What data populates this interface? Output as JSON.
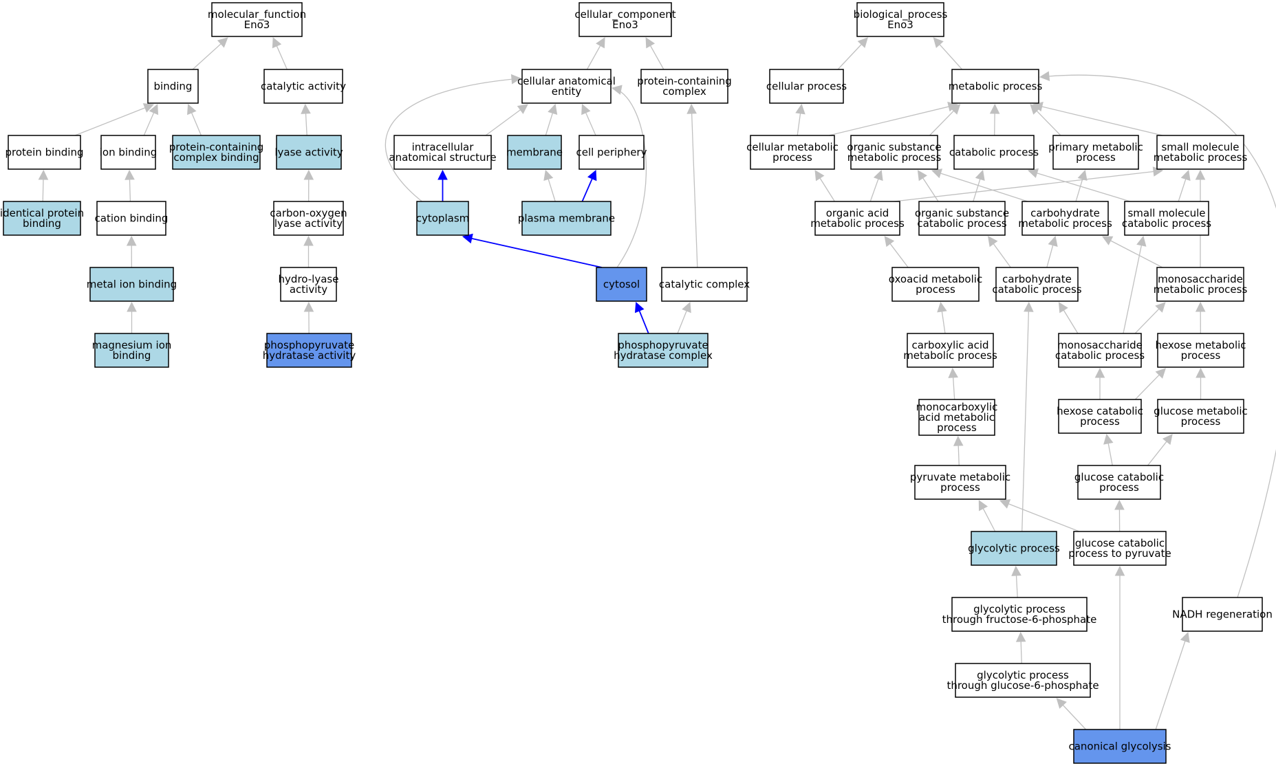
{
  "colors": {
    "plain": "#ffffff",
    "highlight": "#add8e6",
    "selected": "#6495ed",
    "edge_default": "#c0c0c0",
    "edge_selected": "#0000ff"
  },
  "nodes": [
    {
      "id": "mf_root",
      "lines": [
        "molecular_function",
        "Eno3"
      ],
      "style": "plain"
    },
    {
      "id": "binding",
      "lines": [
        "binding"
      ],
      "style": "plain"
    },
    {
      "id": "catalytic_activity",
      "lines": [
        "catalytic activity"
      ],
      "style": "plain"
    },
    {
      "id": "protein_binding",
      "lines": [
        "protein binding"
      ],
      "style": "plain"
    },
    {
      "id": "ion_binding",
      "lines": [
        "ion binding"
      ],
      "style": "plain"
    },
    {
      "id": "pcc_binding",
      "lines": [
        "protein-containing",
        "complex binding"
      ],
      "style": "highlight"
    },
    {
      "id": "lyase_activity",
      "lines": [
        "lyase activity"
      ],
      "style": "highlight"
    },
    {
      "id": "identical_protein_binding",
      "lines": [
        "identical protein",
        "binding"
      ],
      "style": "highlight"
    },
    {
      "id": "cation_binding",
      "lines": [
        "cation binding"
      ],
      "style": "plain"
    },
    {
      "id": "co_lyase",
      "lines": [
        "carbon-oxygen",
        "lyase activity"
      ],
      "style": "plain"
    },
    {
      "id": "metal_ion_binding",
      "lines": [
        "metal ion binding"
      ],
      "style": "highlight"
    },
    {
      "id": "hydro_lyase",
      "lines": [
        "hydro-lyase",
        "activity"
      ],
      "style": "plain"
    },
    {
      "id": "magnesium_ion_binding",
      "lines": [
        "magnesium ion",
        "binding"
      ],
      "style": "highlight"
    },
    {
      "id": "pph_activity",
      "lines": [
        "phosphopyruvate",
        "hydratase activity"
      ],
      "style": "selected"
    },
    {
      "id": "cc_root",
      "lines": [
        "cellular_component",
        "Eno3"
      ],
      "style": "plain"
    },
    {
      "id": "cae",
      "lines": [
        "cellular anatomical",
        "entity"
      ],
      "style": "plain"
    },
    {
      "id": "pcc",
      "lines": [
        "protein-containing",
        "complex"
      ],
      "style": "plain"
    },
    {
      "id": "ias",
      "lines": [
        "intracellular",
        "anatomical structure"
      ],
      "style": "plain"
    },
    {
      "id": "membrane",
      "lines": [
        "membrane"
      ],
      "style": "highlight"
    },
    {
      "id": "cell_periphery",
      "lines": [
        "cell periphery"
      ],
      "style": "plain"
    },
    {
      "id": "cytoplasm",
      "lines": [
        "cytoplasm"
      ],
      "style": "highlight"
    },
    {
      "id": "plasma_membrane",
      "lines": [
        "plasma membrane"
      ],
      "style": "highlight"
    },
    {
      "id": "cytosol",
      "lines": [
        "cytosol"
      ],
      "style": "selected"
    },
    {
      "id": "catalytic_complex",
      "lines": [
        "catalytic complex"
      ],
      "style": "plain"
    },
    {
      "id": "pph_complex",
      "lines": [
        "phosphopyruvate",
        "hydratase complex"
      ],
      "style": "highlight"
    },
    {
      "id": "bp_root",
      "lines": [
        "biological_process",
        "Eno3"
      ],
      "style": "plain"
    },
    {
      "id": "cellular_process",
      "lines": [
        "cellular process"
      ],
      "style": "plain"
    },
    {
      "id": "metabolic_process",
      "lines": [
        "metabolic process"
      ],
      "style": "plain"
    },
    {
      "id": "cmp",
      "lines": [
        "cellular metabolic",
        "process"
      ],
      "style": "plain"
    },
    {
      "id": "osmp",
      "lines": [
        "organic substance",
        "metabolic process"
      ],
      "style": "plain"
    },
    {
      "id": "catabolic_process",
      "lines": [
        "catabolic process"
      ],
      "style": "plain"
    },
    {
      "id": "pmp",
      "lines": [
        "primary metabolic",
        "process"
      ],
      "style": "plain"
    },
    {
      "id": "smmp",
      "lines": [
        "small molecule",
        "metabolic process"
      ],
      "style": "plain"
    },
    {
      "id": "oamp",
      "lines": [
        "organic acid",
        "metabolic process"
      ],
      "style": "plain"
    },
    {
      "id": "oscp",
      "lines": [
        "organic substance",
        "catabolic process"
      ],
      "style": "plain"
    },
    {
      "id": "chmp",
      "lines": [
        "carbohydrate",
        "metabolic process"
      ],
      "style": "plain"
    },
    {
      "id": "smcp",
      "lines": [
        "small molecule",
        "catabolic process"
      ],
      "style": "plain"
    },
    {
      "id": "oxoacid",
      "lines": [
        "oxoacid metabolic",
        "process"
      ],
      "style": "plain"
    },
    {
      "id": "chcp",
      "lines": [
        "carbohydrate",
        "catabolic process"
      ],
      "style": "plain"
    },
    {
      "id": "msmp",
      "lines": [
        "monosaccharide",
        "metabolic process"
      ],
      "style": "plain"
    },
    {
      "id": "camp",
      "lines": [
        "carboxylic acid",
        "metabolic process"
      ],
      "style": "plain"
    },
    {
      "id": "mscp",
      "lines": [
        "monosaccharide",
        "catabolic process"
      ],
      "style": "plain"
    },
    {
      "id": "hexmp",
      "lines": [
        "hexose metabolic",
        "process"
      ],
      "style": "plain"
    },
    {
      "id": "mcamp",
      "lines": [
        "monocarboxylic",
        "acid metabolic",
        "process"
      ],
      "style": "plain"
    },
    {
      "id": "hexcp",
      "lines": [
        "hexose catabolic",
        "process"
      ],
      "style": "plain"
    },
    {
      "id": "glcmp",
      "lines": [
        "glucose metabolic",
        "process"
      ],
      "style": "plain"
    },
    {
      "id": "pyrmp",
      "lines": [
        "pyruvate metabolic",
        "process"
      ],
      "style": "plain"
    },
    {
      "id": "glccp",
      "lines": [
        "glucose catabolic",
        "process"
      ],
      "style": "plain"
    },
    {
      "id": "glycolytic",
      "lines": [
        "glycolytic process"
      ],
      "style": "highlight"
    },
    {
      "id": "glc_to_pyr",
      "lines": [
        "glucose catabolic",
        "process to pyruvate"
      ],
      "style": "plain"
    },
    {
      "id": "gly_f6p",
      "lines": [
        "glycolytic process",
        "through fructose-6-phosphate"
      ],
      "style": "plain"
    },
    {
      "id": "nadh",
      "lines": [
        "NADH regeneration"
      ],
      "style": "plain"
    },
    {
      "id": "gly_g6p",
      "lines": [
        "glycolytic process",
        "through glucose-6-phosphate"
      ],
      "style": "plain"
    },
    {
      "id": "canonical",
      "lines": [
        "canonical glycolysis"
      ],
      "style": "selected"
    }
  ],
  "edges": [
    {
      "from": "binding",
      "to": "mf_root",
      "style": "default"
    },
    {
      "from": "catalytic_activity",
      "to": "mf_root",
      "style": "default"
    },
    {
      "from": "protein_binding",
      "to": "binding",
      "style": "default"
    },
    {
      "from": "ion_binding",
      "to": "binding",
      "style": "default"
    },
    {
      "from": "pcc_binding",
      "to": "binding",
      "style": "default"
    },
    {
      "from": "lyase_activity",
      "to": "catalytic_activity",
      "style": "default"
    },
    {
      "from": "identical_protein_binding",
      "to": "protein_binding",
      "style": "default"
    },
    {
      "from": "cation_binding",
      "to": "ion_binding",
      "style": "default"
    },
    {
      "from": "co_lyase",
      "to": "lyase_activity",
      "style": "default"
    },
    {
      "from": "metal_ion_binding",
      "to": "cation_binding",
      "style": "default"
    },
    {
      "from": "hydro_lyase",
      "to": "co_lyase",
      "style": "default"
    },
    {
      "from": "magnesium_ion_binding",
      "to": "metal_ion_binding",
      "style": "default"
    },
    {
      "from": "pph_activity",
      "to": "hydro_lyase",
      "style": "default"
    },
    {
      "from": "cae",
      "to": "cc_root",
      "style": "default"
    },
    {
      "from": "pcc",
      "to": "cc_root",
      "style": "default"
    },
    {
      "from": "ias",
      "to": "cae",
      "style": "default"
    },
    {
      "from": "membrane",
      "to": "cae",
      "style": "default"
    },
    {
      "from": "cell_periphery",
      "to": "cae",
      "style": "default"
    },
    {
      "from": "cytoplasm",
      "to": "cae",
      "style": "default",
      "curve": "left"
    },
    {
      "from": "cytosol",
      "to": "cae",
      "style": "default",
      "curve": "right"
    },
    {
      "from": "cytoplasm",
      "to": "ias",
      "style": "selected"
    },
    {
      "from": "plasma_membrane",
      "to": "membrane",
      "style": "default"
    },
    {
      "from": "plasma_membrane",
      "to": "cell_periphery",
      "style": "selected"
    },
    {
      "from": "cytosol",
      "to": "cytoplasm",
      "style": "selected"
    },
    {
      "from": "catalytic_complex",
      "to": "pcc",
      "style": "default"
    },
    {
      "from": "pph_complex",
      "to": "cytosol",
      "style": "selected"
    },
    {
      "from": "pph_complex",
      "to": "catalytic_complex",
      "style": "default"
    },
    {
      "from": "cellular_process",
      "to": "bp_root",
      "style": "default"
    },
    {
      "from": "metabolic_process",
      "to": "bp_root",
      "style": "default"
    },
    {
      "from": "cmp",
      "to": "cellular_process",
      "style": "default"
    },
    {
      "from": "cmp",
      "to": "metabolic_process",
      "style": "default"
    },
    {
      "from": "osmp",
      "to": "metabolic_process",
      "style": "default"
    },
    {
      "from": "catabolic_process",
      "to": "metabolic_process",
      "style": "default"
    },
    {
      "from": "pmp",
      "to": "metabolic_process",
      "style": "default"
    },
    {
      "from": "smmp",
      "to": "metabolic_process",
      "style": "default"
    },
    {
      "from": "nadh",
      "to": "metabolic_process",
      "style": "default",
      "curve": "far-right"
    },
    {
      "from": "oamp",
      "to": "cmp",
      "style": "default"
    },
    {
      "from": "oamp",
      "to": "osmp",
      "style": "default"
    },
    {
      "from": "oamp",
      "to": "smmp",
      "style": "default"
    },
    {
      "from": "oscp",
      "to": "osmp",
      "style": "default"
    },
    {
      "from": "oscp",
      "to": "catabolic_process",
      "style": "default"
    },
    {
      "from": "chmp",
      "to": "osmp",
      "style": "default"
    },
    {
      "from": "chmp",
      "to": "pmp",
      "style": "default"
    },
    {
      "from": "smcp",
      "to": "catabolic_process",
      "style": "default"
    },
    {
      "from": "smcp",
      "to": "smmp",
      "style": "default"
    },
    {
      "from": "oxoacid",
      "to": "oamp",
      "style": "default"
    },
    {
      "from": "chcp",
      "to": "oscp",
      "style": "default"
    },
    {
      "from": "chcp",
      "to": "chmp",
      "style": "default"
    },
    {
      "from": "msmp",
      "to": "chmp",
      "style": "default"
    },
    {
      "from": "msmp",
      "to": "smmp",
      "style": "default"
    },
    {
      "from": "camp",
      "to": "oxoacid",
      "style": "default"
    },
    {
      "from": "mscp",
      "to": "smcp",
      "style": "default"
    },
    {
      "from": "mscp",
      "to": "chcp",
      "style": "default"
    },
    {
      "from": "mscp",
      "to": "msmp",
      "style": "default"
    },
    {
      "from": "hexmp",
      "to": "msmp",
      "style": "default"
    },
    {
      "from": "mcamp",
      "to": "camp",
      "style": "default"
    },
    {
      "from": "hexcp",
      "to": "mscp",
      "style": "default"
    },
    {
      "from": "hexcp",
      "to": "hexmp",
      "style": "default"
    },
    {
      "from": "glcmp",
      "to": "hexmp",
      "style": "default"
    },
    {
      "from": "pyrmp",
      "to": "mcamp",
      "style": "default"
    },
    {
      "from": "glccp",
      "to": "hexcp",
      "style": "default"
    },
    {
      "from": "glccp",
      "to": "glcmp",
      "style": "default"
    },
    {
      "from": "glycolytic",
      "to": "pyrmp",
      "style": "default"
    },
    {
      "from": "glycolytic",
      "to": "chcp",
      "style": "default"
    },
    {
      "from": "glc_to_pyr",
      "to": "pyrmp",
      "style": "default"
    },
    {
      "from": "glc_to_pyr",
      "to": "glccp",
      "style": "default"
    },
    {
      "from": "gly_f6p",
      "to": "glycolytic",
      "style": "default"
    },
    {
      "from": "gly_g6p",
      "to": "gly_f6p",
      "style": "default"
    },
    {
      "from": "canonical",
      "to": "gly_g6p",
      "style": "default"
    },
    {
      "from": "canonical",
      "to": "glc_to_pyr",
      "style": "default"
    },
    {
      "from": "canonical",
      "to": "nadh",
      "style": "default"
    }
  ]
}
